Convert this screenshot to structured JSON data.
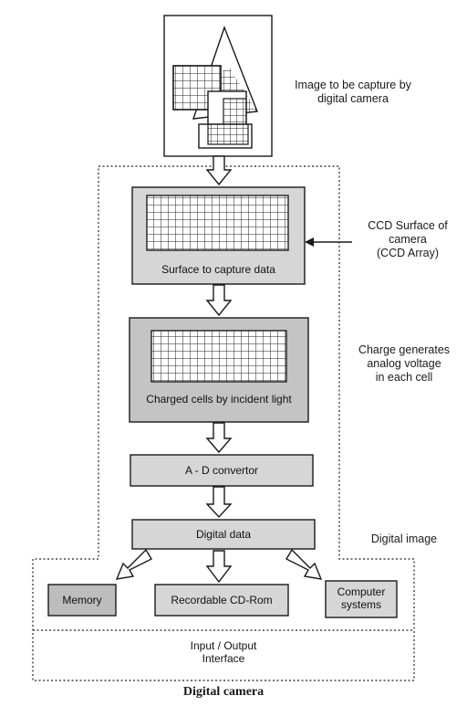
{
  "annotations": {
    "source_image": "Image to be capture by\ndigital camera",
    "ccd_surface": "CCD Surface of\ncamera\n(CCD Array)",
    "charge": "Charge generates\nanalog voltage\nin each cell",
    "digital_image": "Digital image"
  },
  "blocks": {
    "surface": "Surface to capture data",
    "charged": "Charged cells by incident light",
    "adc": "A - D convertor",
    "digital_data": "Digital data",
    "memory": "Memory",
    "cdrom": "Recordable CD-Rom",
    "computer": "Computer\nsystems",
    "io": "Input / Output\nInterface"
  },
  "caption": "Digital camera",
  "colors": {
    "ink": "#1a1a1a",
    "block_fill": "#d6d6d6",
    "dark_fill": "#c4c4c4"
  }
}
